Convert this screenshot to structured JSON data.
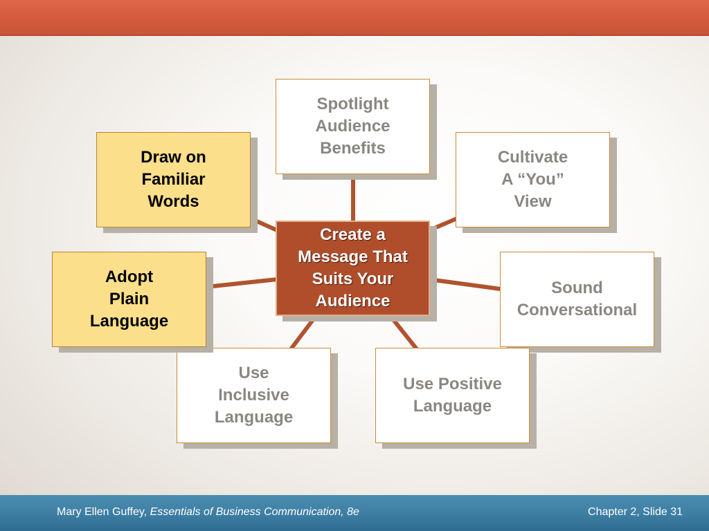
{
  "diagram": {
    "center": {
      "lines": [
        "Create a",
        "Message That",
        "Suits Your",
        "Audience"
      ]
    },
    "nodes": [
      {
        "id": "spotlight",
        "lines": [
          "Spotlight",
          "Audience",
          "Benefits"
        ],
        "style": "white"
      },
      {
        "id": "cultivate",
        "lines": [
          "Cultivate",
          "A “You”",
          "View"
        ],
        "style": "white"
      },
      {
        "id": "sound",
        "lines": [
          "Sound",
          "Conversational"
        ],
        "style": "white"
      },
      {
        "id": "positive",
        "lines": [
          "Use Positive",
          "Language"
        ],
        "style": "white"
      },
      {
        "id": "inclusive",
        "lines": [
          "Use",
          "Inclusive",
          "Language"
        ],
        "style": "white"
      },
      {
        "id": "plain",
        "lines": [
          "Adopt",
          "Plain",
          "Language"
        ],
        "style": "yellow"
      },
      {
        "id": "familiar",
        "lines": [
          "Draw on",
          "Familiar",
          "Words"
        ],
        "style": "yellow"
      }
    ],
    "colors": {
      "connector": "#b0532f",
      "center_fill": "#b04e2c",
      "highlight_fill": "#fbdf8a",
      "node_fill": "#ffffff",
      "top_bar": "#d45a3d",
      "bottom_bar": "#3f7fa4"
    }
  },
  "footer": {
    "author": "Mary Ellen Guffey, ",
    "book": "Essentials of Business Communication, 8e",
    "slide": "Chapter 2, Slide 31"
  }
}
